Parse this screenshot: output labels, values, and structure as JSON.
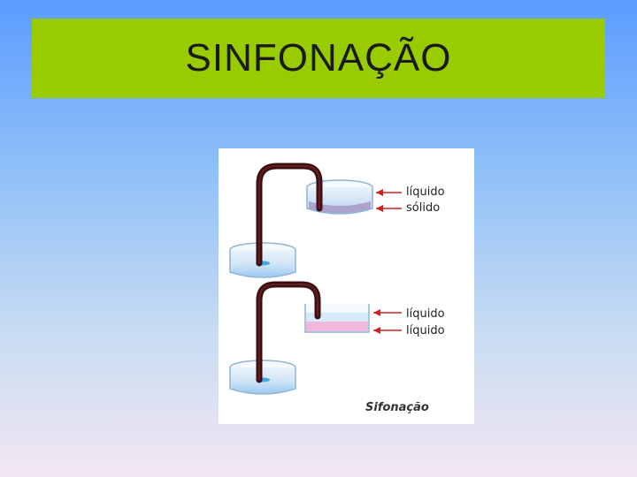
{
  "slide": {
    "title": "SINFONAÇÃO"
  },
  "figure": {
    "top_labels": [
      "líquido",
      "sólido"
    ],
    "bottom_labels": [
      "líquido",
      "líquido"
    ],
    "caption": "Sifonação"
  },
  "colors": {
    "title_bar": "#99cc00",
    "tube": "#3b0f10",
    "arrow": "#cc2222"
  }
}
